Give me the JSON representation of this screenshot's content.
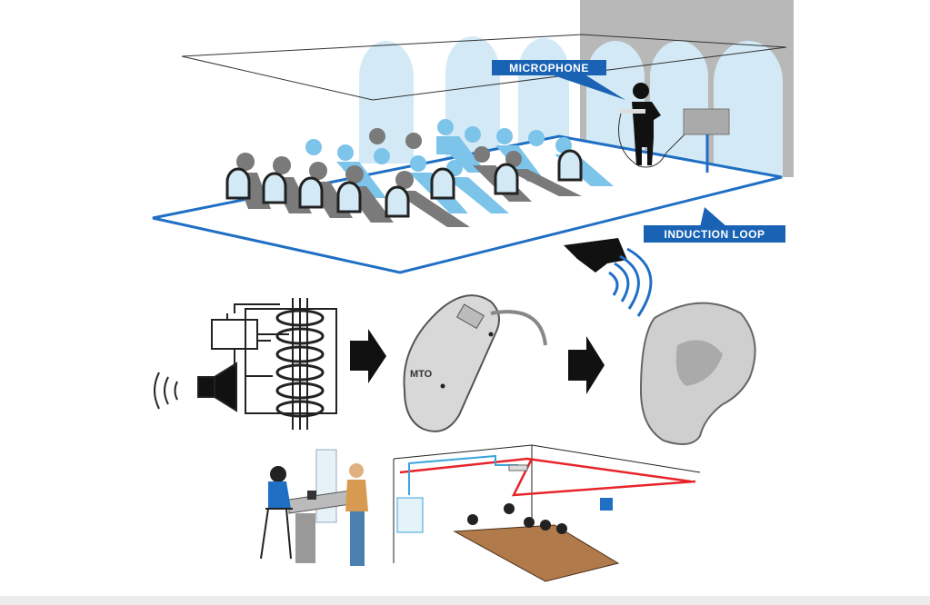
{
  "labels": {
    "microphone": "MICROPHONE",
    "induction_loop": "INDUCTION LOOP",
    "hearing_aid_switch": "MTO"
  },
  "colors": {
    "label_bg": "#1a63b4",
    "loop": "#1f6fc4",
    "arch": "#d3eaf6",
    "wall": "#b8b8b8",
    "audience_blue": "#7cc4ea",
    "audience_gray": "#7a7a7a",
    "cable_red": "#e8232a",
    "cable_blue": "#3ba3dc"
  }
}
